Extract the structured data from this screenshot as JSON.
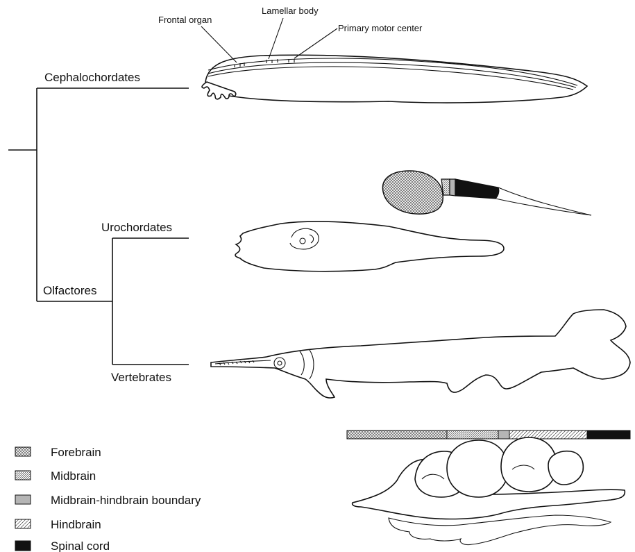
{
  "tree": {
    "cephalochordates": "Cephalochordates",
    "urochordates": "Urochordates",
    "olfactores": "Olfactores",
    "vertebrates": "Vertebrates"
  },
  "annotations": {
    "frontal_organ": "Frontal organ",
    "lamellar_body": "Lamellar body",
    "primary_motor_center": "Primary motor center"
  },
  "legend": [
    {
      "label": "Forebrain",
      "pattern": "crosshatch"
    },
    {
      "label": "Midbrain",
      "pattern": "diagonal-dense"
    },
    {
      "label": "Midbrain-hindbrain boundary",
      "pattern": "gray"
    },
    {
      "label": "Hindbrain",
      "pattern": "diagonal-sparse"
    },
    {
      "label": "Spinal cord",
      "pattern": "black"
    }
  ],
  "colors": {
    "ink": "#111111",
    "boundary_gray": "#b5b5b5",
    "spinal_black": "#111111"
  }
}
